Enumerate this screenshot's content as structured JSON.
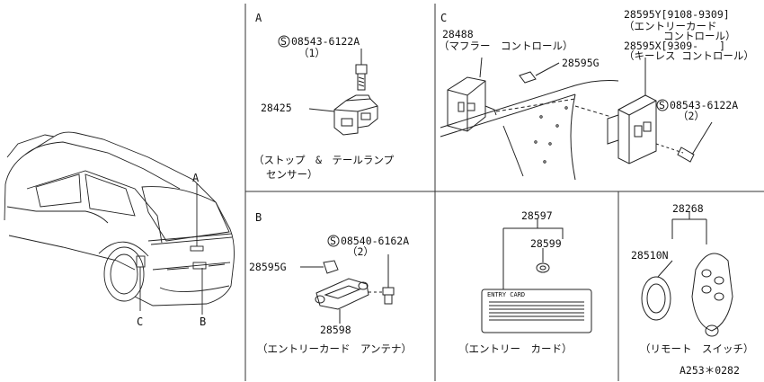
{
  "panels": {
    "car": {
      "callout_a": "A",
      "callout_b": "B",
      "callout_c": "C"
    },
    "a": {
      "letter": "A",
      "screw_part": "08543-6122A",
      "screw_qty": "（1）",
      "sensor_part": "28425",
      "caption_1": "（ストップ　&　テールランプ",
      "caption_2": "センサー）"
    },
    "b": {
      "letter": "B",
      "screw_part": "08540-6162A",
      "screw_qty": "（2）",
      "grommet_part": "28595G",
      "antenna_part": "28598",
      "caption": "（エントリーカード　アンテナ）"
    },
    "c": {
      "letter": "C",
      "muffler_part": "28488",
      "muffler_name": "（マフラー　コントロール）",
      "grommet_part": "28595G",
      "entry_ctrl_part": "28595Y[9108-9309]",
      "entry_ctrl_name_1": "（エントリーカード",
      "entry_ctrl_name_2": "コントロール）",
      "keyless_part": "28595X[9309-　　]",
      "keyless_name": "（キーレス コントロール）",
      "screw_part": "08543-6122A",
      "screw_qty": "（2）"
    },
    "card": {
      "card_part": "28597",
      "sub_part": "28599",
      "card_text": "ENTRY CARD",
      "caption": "（エントリー　カード）"
    },
    "remote": {
      "remote_part": "28268",
      "sub_part": "28510N",
      "caption": "（リモート　スイッチ）"
    }
  },
  "diagram_code": "A253＊0282"
}
